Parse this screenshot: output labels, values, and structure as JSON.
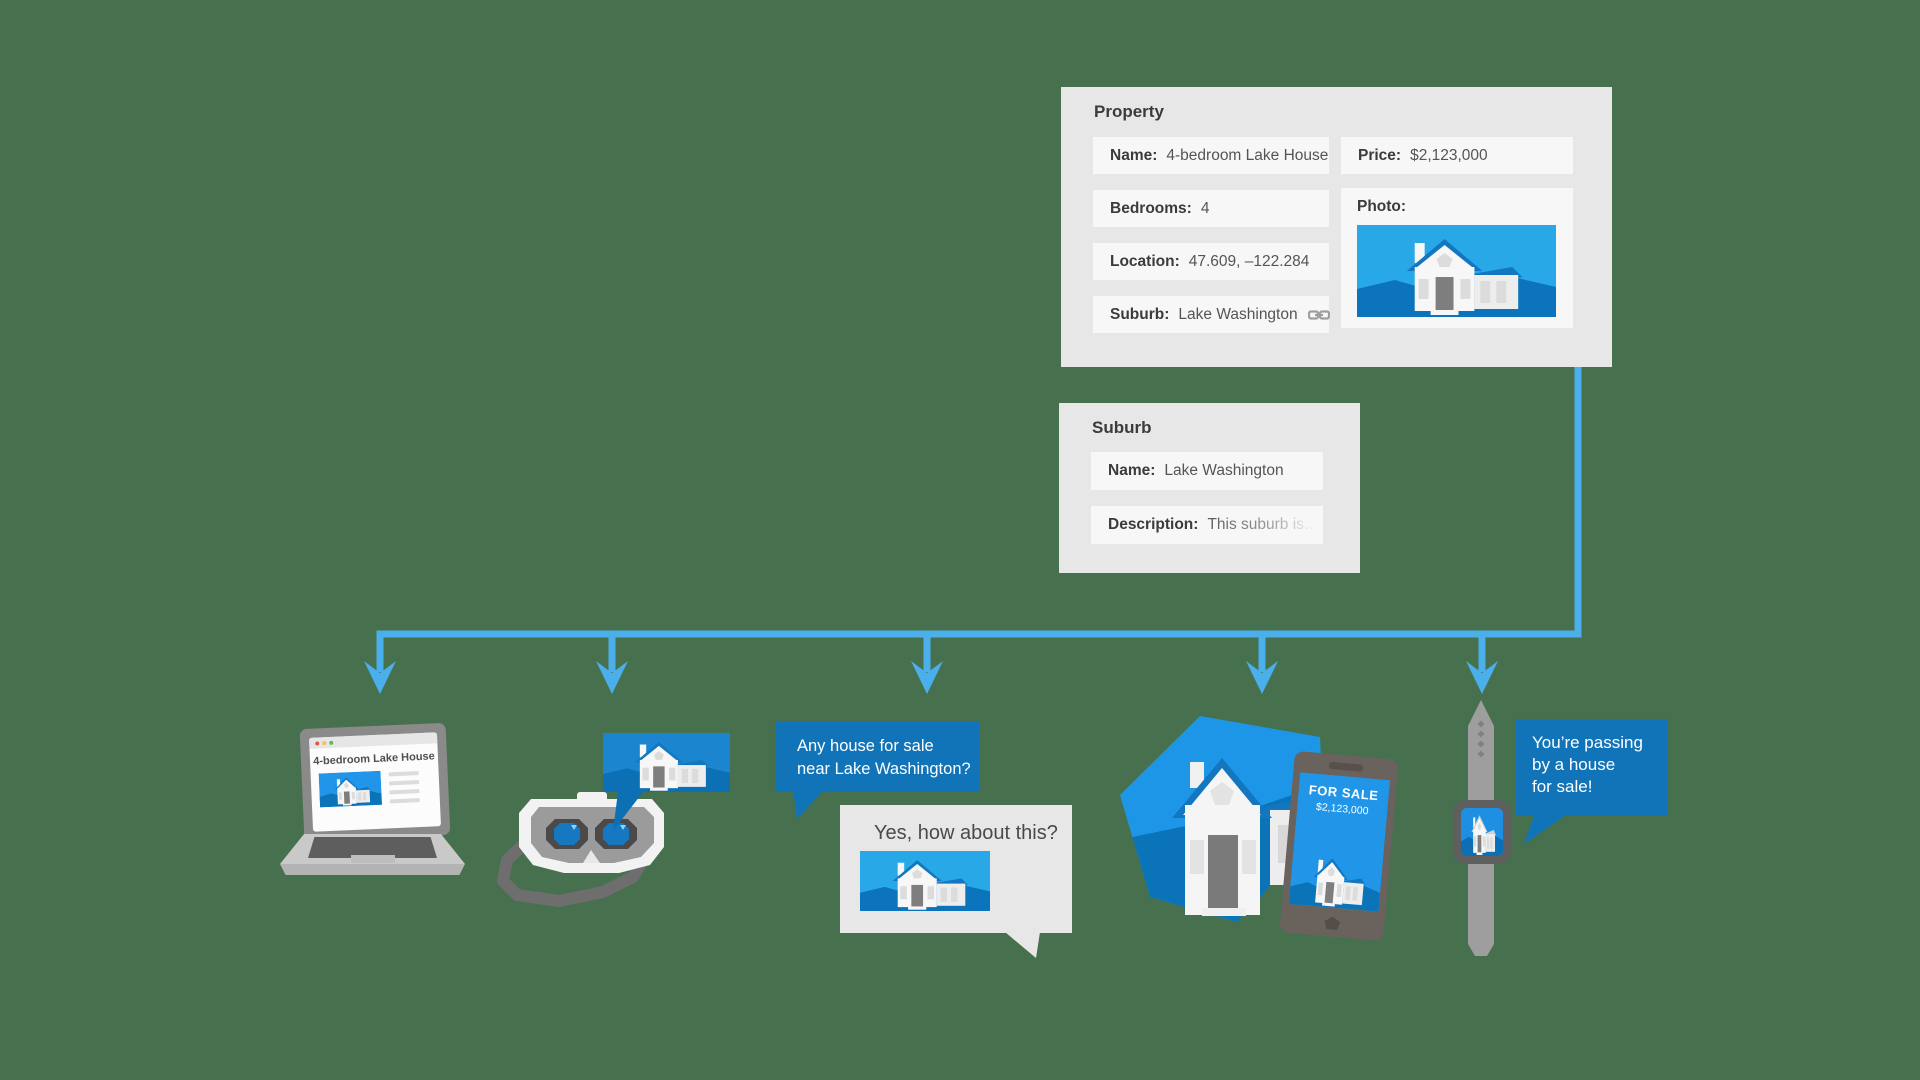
{
  "background_color": "#47714E",
  "colors": {
    "connector_blue": "#4AAFEA",
    "bubble_blue": "#1173B8",
    "photo_sky_blue": "#29A8E8",
    "photo_ground_blue": "#0B74BC",
    "card_gray": "#E7E7E7",
    "row_white": "#F7F7F7"
  },
  "property_card": {
    "title": "Property",
    "rows": [
      {
        "label": "Name:",
        "value": "4-bedroom Lake House"
      },
      {
        "label": "Bedrooms:",
        "value": "4"
      },
      {
        "label": "Location:",
        "value": "47.609, –122.284"
      },
      {
        "label": "Suburb:",
        "value": "Lake Washington"
      }
    ],
    "price_label": "Price:",
    "price_value": "$2,123,000",
    "photo_label": "Photo:"
  },
  "suburb_card": {
    "title": "Suburb",
    "rows": [
      {
        "label": "Name:",
        "value": "Lake Washington"
      },
      {
        "label": "Description:",
        "value": "This suburb is…"
      }
    ]
  },
  "laptop": {
    "page_title": "4-bedroom Lake House"
  },
  "chat": {
    "question_line1": "Any house for sale",
    "question_line2": "near Lake Washington?",
    "answer": "Yes, how about this?"
  },
  "phone": {
    "headline": "FOR SALE",
    "price": "$2,123,000"
  },
  "watch": {
    "notification_line1": "You’re passing",
    "notification_line2": "by a house",
    "notification_line3": "for sale!"
  }
}
